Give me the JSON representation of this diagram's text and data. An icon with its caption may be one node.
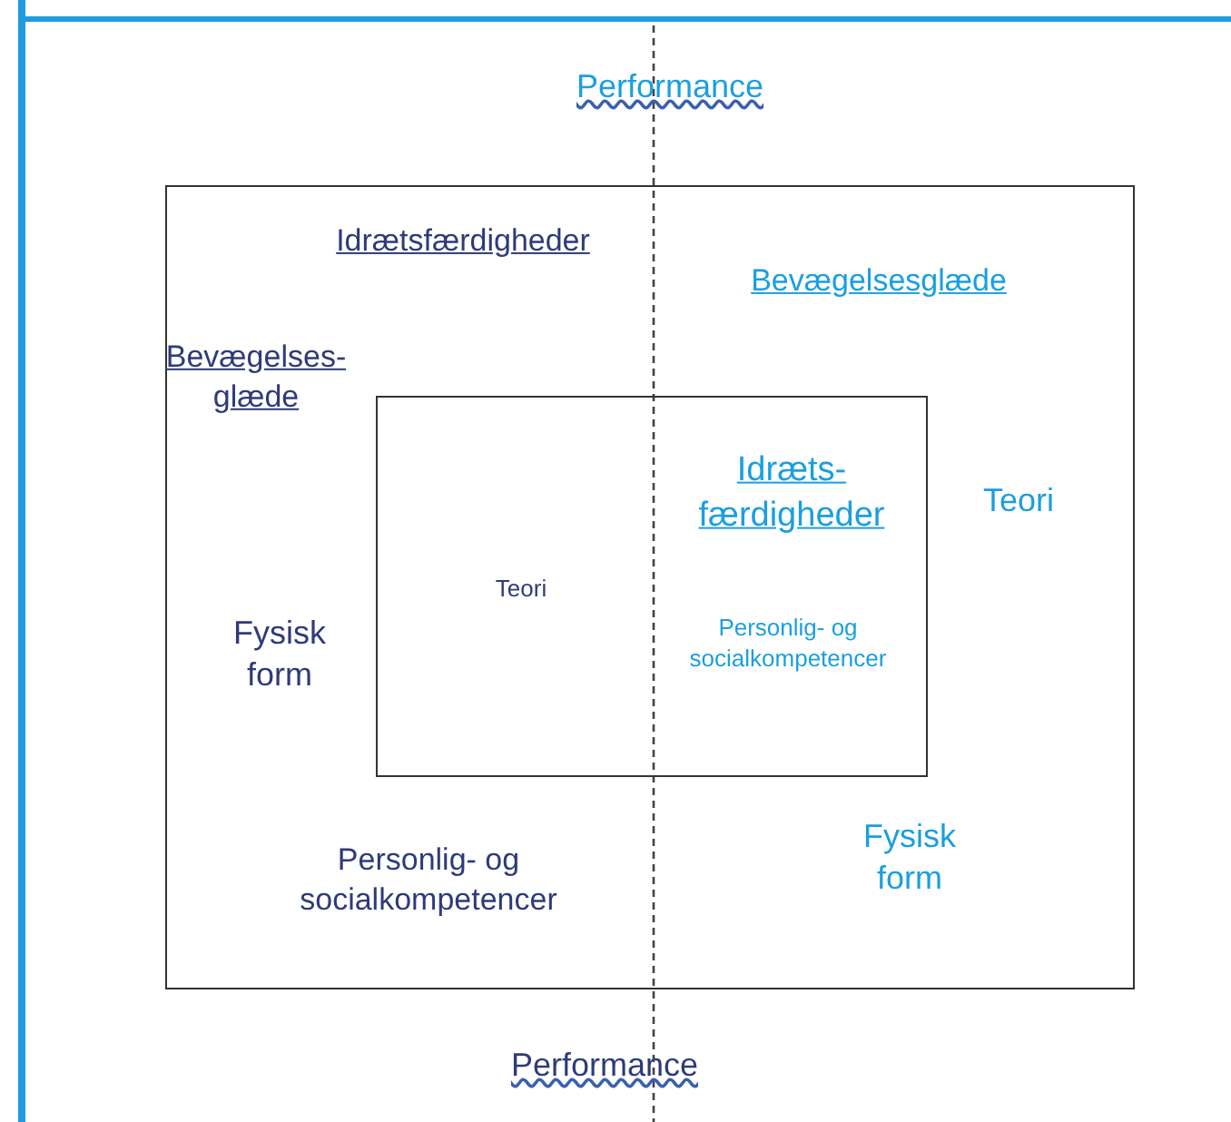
{
  "diagram": {
    "nodes": [
      {
        "text": [],
        "shape": "box"
      },
      {
        "text": [],
        "shape": "box",
        "in": 0
      }
    ],
    "labels": [
      "Performance",
      "Idrætsfærdigheder",
      "Bevægelsesglæde",
      "Bevægelses- glæde",
      "Idræts- færdigheder",
      "Teori",
      "Teori",
      "Personlig- og socialkompetencer",
      "Fysisk form",
      "Fysisk form",
      "Personlig- og socialkompetencer",
      "Performance"
    ]
  }
}
